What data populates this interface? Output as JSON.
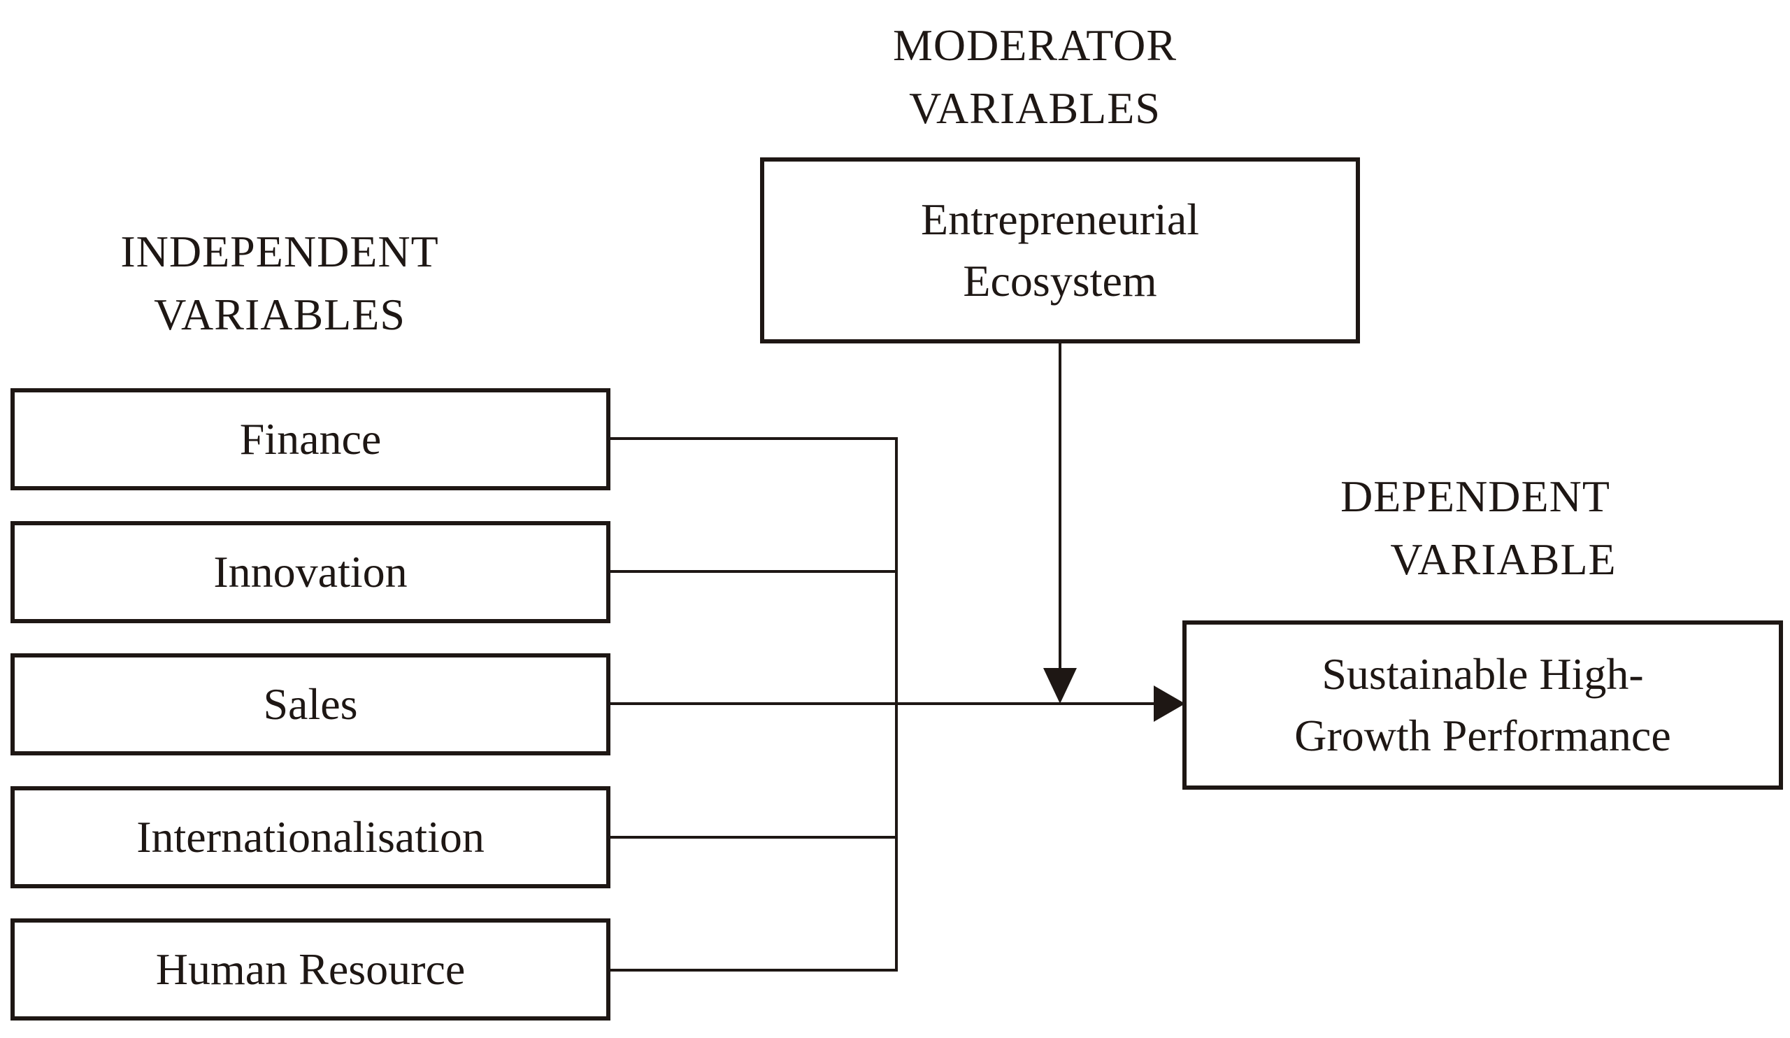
{
  "moderator": {
    "heading": [
      "MODERATOR",
      "VARIABLES"
    ],
    "box_lines": [
      "Entrepreneurial",
      "Ecosystem"
    ]
  },
  "independent": {
    "heading": [
      "INDEPENDENT",
      "VARIABLES"
    ],
    "items": [
      "Finance",
      "Innovation",
      "Sales",
      "Internationalisation",
      "Human Resource"
    ]
  },
  "dependent": {
    "heading": [
      "DEPENDENT",
      "VARIABLE"
    ],
    "box_lines": [
      "Sustainable High-",
      "Growth Performance"
    ]
  },
  "colors": {
    "line": "#1e1714",
    "text": "#1e1714",
    "background": "#ffffff"
  }
}
